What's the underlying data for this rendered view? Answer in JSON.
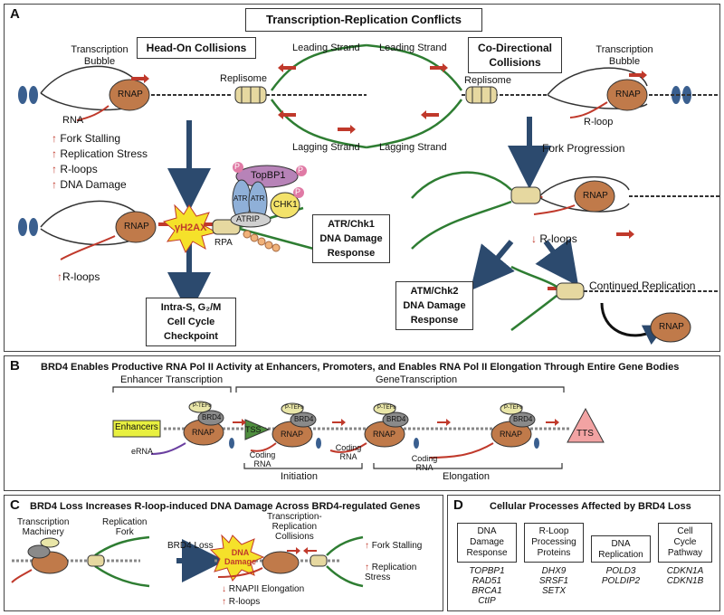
{
  "panelA": {
    "letter": "A",
    "title": "Transcription-Replication Conflicts",
    "head_on_title": "Head-On Collisions",
    "codirectional_title": "Co-Directional Collisions",
    "transcription_bubble_left": "Transcription Bubble",
    "transcription_bubble_right": "Transcription Bubble",
    "leading_left": "Leading Strand",
    "leading_right": "Leading Strand",
    "lagging_left": "Lagging Strand",
    "lagging_right": "Lagging Strand",
    "replisome_left": "Replisome",
    "replisome_right": "Replisome",
    "rnap": "RNAP",
    "rna": "RNA",
    "rloop": "R-loop",
    "effects": [
      "Fork Stalling",
      "Replication Stress",
      "R-loops",
      "DNA Damage"
    ],
    "rloops_up": "R-loops",
    "h2ax": "γH2AX",
    "topbp1": "TopBP1",
    "atr": "ATR",
    "atrip": "ATRIP",
    "chk1": "CHK1",
    "p": "P",
    "rpa": "RPA",
    "atr_response": [
      "ATR/Chk1",
      "DNA Damage",
      "Response"
    ],
    "checkpoint": [
      "Intra-S, G₂/M",
      "Cell Cycle",
      "Checkpoint"
    ],
    "fork_progression": "Fork Progression",
    "rloops_down": "R-loops",
    "atm_response": [
      "ATM/Chk2",
      "DNA Damage",
      "Response"
    ],
    "continued_replication": "Continued Replication"
  },
  "panelB": {
    "letter": "B",
    "title": "BRD4 Enables Productive RNA Pol II Activity at Enhancers, Promoters, and Enables RNA Pol II Elongation Through Entire Gene Bodies",
    "enhancer_transcription": "Enhancer Transcription",
    "gene_transcription": "GeneTranscription",
    "enhancers": "Enhancers",
    "erna": "eRNA",
    "ptefb": "P-TEFb",
    "brd4": "BRD4",
    "rnap": "RNAP",
    "tss": "TSS",
    "tts": "TTS",
    "coding_rna": "Coding RNA",
    "initiation": "Initiation",
    "elongation": "Elongation"
  },
  "panelC": {
    "letter": "C",
    "title": "BRD4 Loss Increases R-loop-induced DNA Damage Across BRD4-regulated Genes",
    "transcription_machinery": [
      "Transcription",
      "Machinery"
    ],
    "replication_fork": [
      "Replication",
      "Fork"
    ],
    "brd4_loss": "BRD4 Loss",
    "dna_damage": [
      "DNA",
      "Damage"
    ],
    "collisions": [
      "Transcription-",
      "Replication",
      "Collisions"
    ],
    "fork_stalling": "Fork Stalling",
    "replication_stress": "Replication Stress",
    "rnapii_elongation": "RNAPII Elongation",
    "rloops": "R-loops"
  },
  "panelD": {
    "letter": "D",
    "title": "Cellular Processes Affected by BRD4 Loss",
    "boxes": [
      {
        "label": [
          "DNA",
          "Damage",
          "Response"
        ],
        "genes": [
          "TOPBP1",
          "RAD51",
          "BRCA1",
          "CtIP"
        ]
      },
      {
        "label": [
          "R-Loop",
          "Processing",
          "Proteins"
        ],
        "genes": [
          "DHX9",
          "SRSF1",
          "SETX"
        ]
      },
      {
        "label": [
          "DNA",
          "Replication"
        ],
        "genes": [
          "POLD3",
          "POLDIP2"
        ]
      },
      {
        "label": [
          "Cell",
          "Cycle",
          "Pathway"
        ],
        "genes": [
          "CDKN1A",
          "CDKN1B"
        ]
      }
    ]
  },
  "colors": {
    "rnap": "#c07a4a",
    "dna_green": "#2e7d32",
    "red_arrow": "#c0392b",
    "navy_arrow": "#2c4a6e",
    "brd4": "#8a8a8a",
    "enhancer": "#e8f040",
    "tts": "#f2a3a3",
    "tss": "#4f8f3f",
    "topbp1": "#b783b8",
    "atr": "#8fb0d8",
    "chk1": "#f3e26a"
  }
}
